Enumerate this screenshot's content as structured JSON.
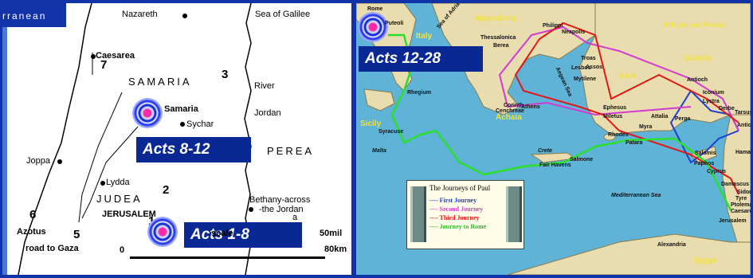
{
  "left_map": {
    "labels": {
      "mediterranean": "rranean",
      "nazareth": "Nazareth",
      "sea_of_galilee": "Sea of Galilee",
      "caesarea": "Caesarea",
      "samaria_region": "SAMARIA",
      "river": "River",
      "jordan": "Jordan",
      "samaria_city": "Samaria",
      "sychar": "Sychar",
      "perea": "PEREA",
      "joppa": "Joppa",
      "lydda": "Lydda",
      "judea": "JUDEA",
      "bethany_line1": "Bethany-across",
      "bethany_line2": "-the Jordan",
      "jerusalem": "JERUSALEM",
      "a_letter": "a",
      "azotus": "Azotus",
      "road_to_gaza": "road to Gaza",
      "scale": "scale",
      "scale_zero": "0",
      "scale_miles": "50mil",
      "scale_km": "80km"
    },
    "numbers": {
      "n1": "1",
      "n2": "2",
      "n3": "3",
      "n5": "5",
      "n6": "6",
      "n7": "7"
    },
    "acts_labels": {
      "samaria": "Acts 8-12",
      "jerusalem": "Acts 1-8"
    }
  },
  "right_map": {
    "acts_label": "Acts 12-28",
    "labels": {
      "rome": "Rome",
      "puteoli": "Puteoli",
      "italy": "Italy",
      "sea_of_adria": "Sea of Adria",
      "macedonia": "Macedonia",
      "philippi": "Philippi",
      "neapolis": "Neapolis",
      "bithynia": "Bithynia and Pontus",
      "thessalonica": "Thessalonica",
      "berea": "Berea",
      "troas": "Troas",
      "lesbos": "Lesbos",
      "assos": "Assos",
      "aegean": "Aegean Sea",
      "mytilene": "Mytilene",
      "asia": "Asia",
      "galatia": "Galatia",
      "antioch_p": "Antioch",
      "iconium": "Iconium",
      "lystra": "Lystra",
      "derbe": "Derbe",
      "tarsus": "Tarsus",
      "antioch_s": "Antioch",
      "rhegium": "Rhegium",
      "sicily": "Sicily",
      "syracuse": "Syracuse",
      "corinth": "Corinth",
      "cenchreae": "Cenchreae",
      "athens": "Athens",
      "achaia": "Achaia",
      "ephesus": "Ephesus",
      "miletus": "Miletus",
      "attalia": "Attalia",
      "perga": "Perga",
      "myra": "Myra",
      "rhodes": "Rhodes",
      "patara": "Patara",
      "salamis": "Salamis",
      "paphos": "Paphos",
      "cyprus": "Cyprus",
      "malta": "Malta",
      "crete": "Crete",
      "fair_havens": "Fair Havens",
      "salmone": "Salmone",
      "med_sea": "Mediterranean Sea",
      "damascus": "Damascus",
      "sidon": "Sidon",
      "tyre": "Tyre",
      "ptolemais": "Ptolemais",
      "caesarea": "Caesarea",
      "jerusalem": "Jerusalem",
      "hamath": "Hamath",
      "alexandria": "Alexandria",
      "egypt": "Egypt"
    },
    "legend": {
      "title": "The Journeys of Paul",
      "first": "---- First Journey",
      "second": "---- Second Journey",
      "third": "---- Third Journey",
      "rome": "---- Journey to Rome"
    }
  },
  "colors": {
    "frame_blue": "#1133a8",
    "acts_box": "#0a2894",
    "sea": "#5fb3d6",
    "land": "#e9dcae",
    "first_journey": "#1f3fd0",
    "second_journey": "#d23ad2",
    "third_journey": "#e01818",
    "rome_journey": "#29e02a"
  }
}
